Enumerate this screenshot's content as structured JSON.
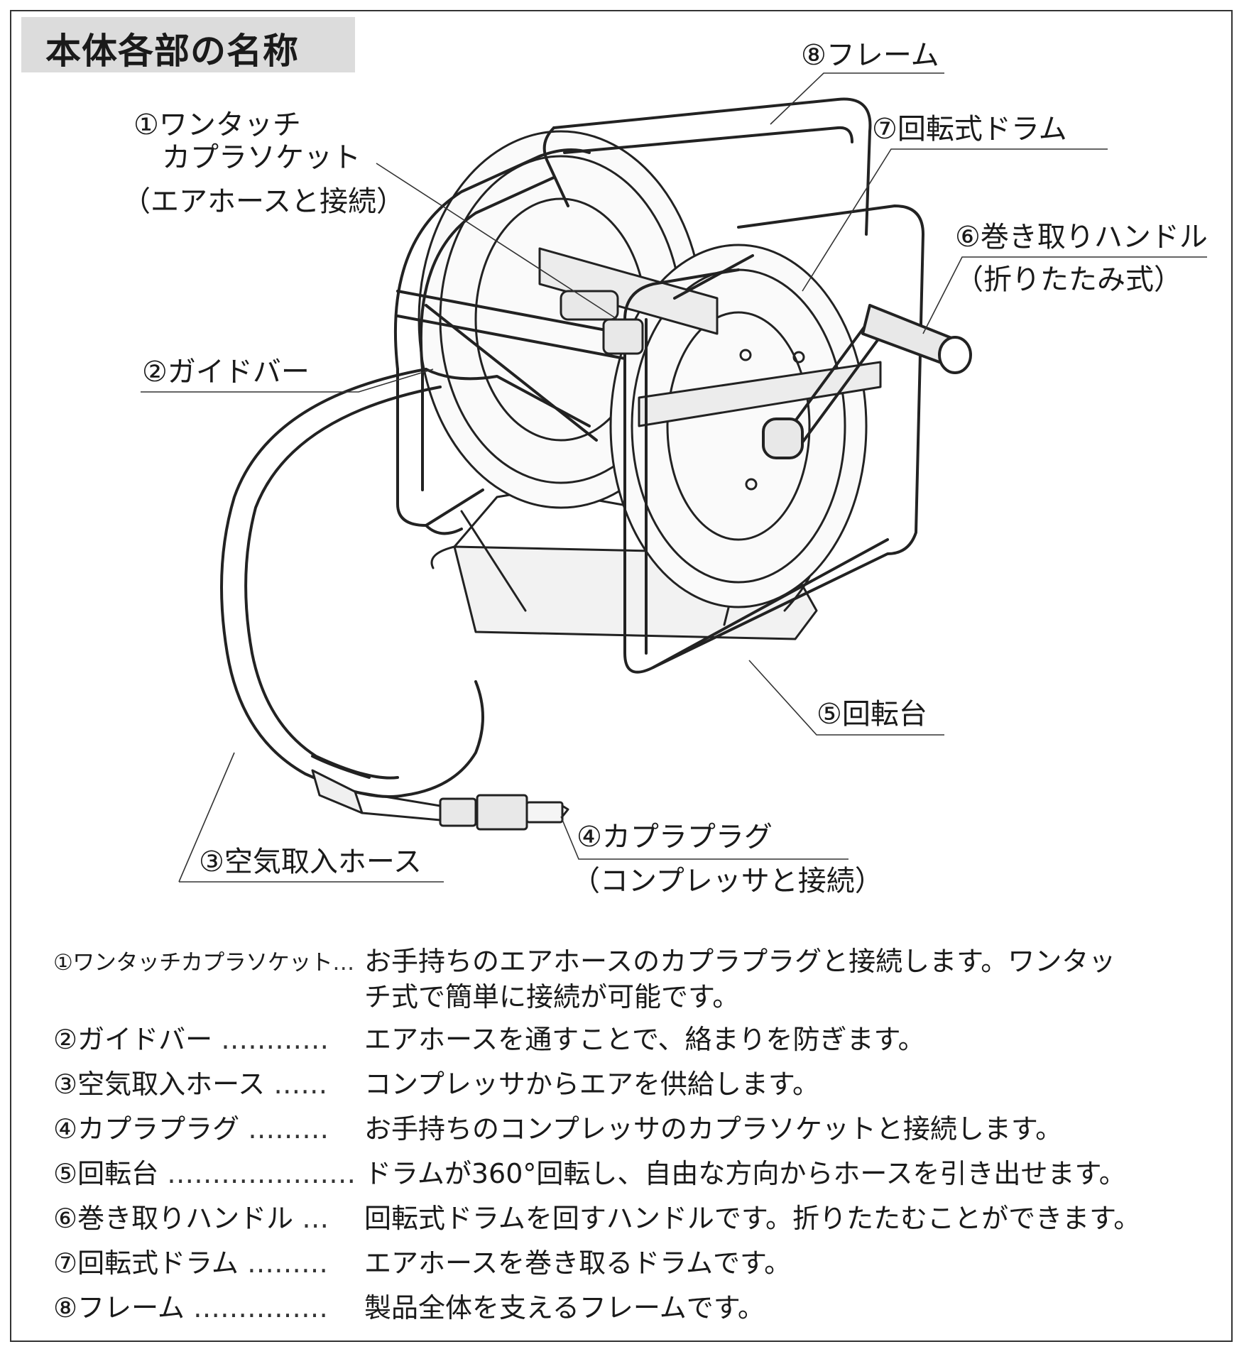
{
  "title": "本体各部の名称",
  "labels": {
    "l1_line1": "①ワンタッチ",
    "l1_line2": "カプラソケット",
    "l1_line3": "（エアホースと接続）",
    "l2": "②ガイドバー",
    "l3": "③空気取入ホース",
    "l4_line1": "④カプラプラグ",
    "l4_line2": "（コンプレッサと接続）",
    "l5": "⑤回転台",
    "l6_line1": "⑥巻き取りハンドル",
    "l6_line2": "（折りたたみ式）",
    "l7": "⑦回転式ドラム",
    "l8": "⑧フレーム"
  },
  "descriptions": [
    {
      "term": "①ワンタッチカプラソケット",
      "dots": "…",
      "text": "お手持ちのエアホースのカプラプラグと接続します。ワンタッ",
      "text2": "チ式で簡単に接続が可能です。"
    },
    {
      "term": "②ガイドバー",
      "dots": " …………",
      "text": "エアホースを通すことで、絡まりを防ぎます。"
    },
    {
      "term": "③空気取入ホース",
      "dots": " ……",
      "text": "コンプレッサからエアを供給します。"
    },
    {
      "term": "④カプラプラグ",
      "dots": " ………",
      "text": "お手持ちのコンプレッサのカプラソケットと接続します。"
    },
    {
      "term": "⑤回転台",
      "dots": " …………………",
      "text": "ドラムが360°回転し、自由な方向からホースを引き出せます。"
    },
    {
      "term": "⑥巻き取りハンドル",
      "dots": " …",
      "text": "回転式ドラムを回すハンドルです。折りたたむことができます。"
    },
    {
      "term": "⑦回転式ドラム",
      "dots": " ………",
      "text": "エアホースを巻き取るドラムです。"
    },
    {
      "term": "⑧フレーム",
      "dots": " ……………",
      "text": "製品全体を支えるフレームです。"
    }
  ]
}
